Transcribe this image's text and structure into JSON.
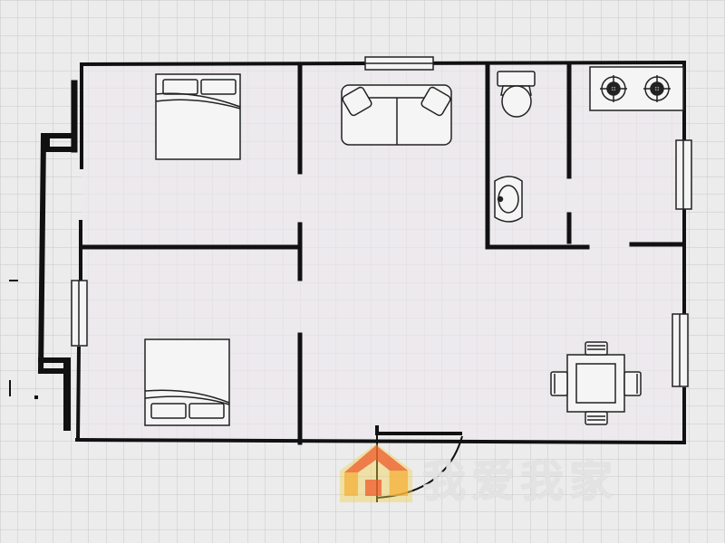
{
  "watermark": {
    "text": "我爱我家",
    "logo_colors": [
      "#ef6a2e",
      "#f6b43a",
      "#f2d24a"
    ]
  },
  "colors": {
    "background": "#ececec",
    "grid": "#c9c9c9",
    "wall": "#111111",
    "fixture": "#222222"
  },
  "rooms": [
    {
      "name": "bedroom-top-left",
      "furniture": [
        "bed"
      ]
    },
    {
      "name": "living-room",
      "furniture": [
        "sofa"
      ]
    },
    {
      "name": "bathroom",
      "furniture": [
        "toilet",
        "sink"
      ]
    },
    {
      "name": "kitchen",
      "furniture": [
        "stove"
      ]
    },
    {
      "name": "bedroom-bottom-left",
      "furniture": [
        "bed"
      ]
    },
    {
      "name": "dining-area",
      "furniture": [
        "dining-table",
        "chairs"
      ]
    }
  ]
}
